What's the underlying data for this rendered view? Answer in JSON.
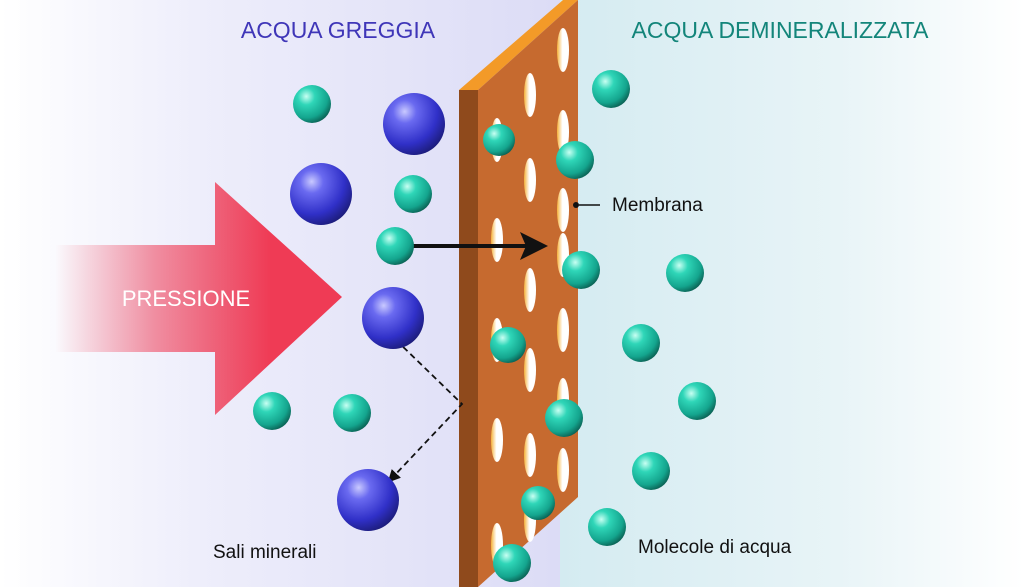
{
  "diagram": {
    "left_title": "ACQUA GREGGIA",
    "right_title": "ACQUA DEMINERALIZZATA",
    "pressure_label": "PRESSIONE",
    "membrane_label": "Membrana",
    "salts_label": "Sali minerali",
    "water_label": "Molecole di acqua"
  },
  "colors": {
    "left_title": "#3f36b8",
    "right_title": "#13857a",
    "arrow": "#ef3b55",
    "salt": "#3a3ad0",
    "water": "#1fc0a6",
    "membrane_face": "#c66a2f",
    "membrane_edge": "#8f4a1c",
    "membrane_top": "#f39a28"
  }
}
